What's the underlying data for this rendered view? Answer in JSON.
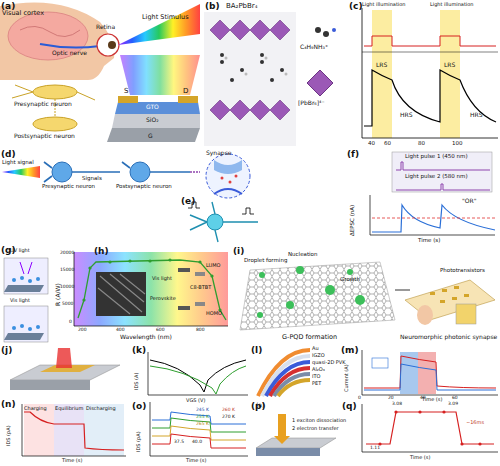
{
  "diagram": {
    "nodes": [
      {
        "text": [
          "(a)"
        ]
      },
      {
        "text": [
          "(b)"
        ]
      },
      {
        "text": [
          "(c)"
        ]
      },
      {
        "text": [
          "(d)"
        ]
      },
      {
        "text": [
          "(e)"
        ]
      },
      {
        "text": [
          "(f)"
        ]
      },
      {
        "text": [
          "(g)"
        ]
      },
      {
        "text": [
          "(h)"
        ]
      },
      {
        "text": [
          "(i)"
        ]
      },
      {
        "text": [
          "(j)"
        ]
      },
      {
        "text": [
          "(k)"
        ]
      },
      {
        "text": [
          "(l)"
        ]
      },
      {
        "text": [
          "(m)"
        ]
      },
      {
        "text": [
          "(n)"
        ]
      },
      {
        "text": [
          "(o)"
        ]
      },
      {
        "text": [
          "(p)"
        ]
      },
      {
        "text": [
          "(q)"
        ]
      }
    ],
    "labels": [
      "Visual cortex",
      "Optic nerve",
      "Retina",
      "Light Stimulus",
      "Presynaptic neuron",
      "Postsynaptic neuron",
      "S",
      "D",
      "GTO",
      "SiO₂",
      "G",
      "BA₂PbBr₄",
      "C₄H₉NH₃⁺",
      "[PbBr₆]⁴⁻",
      "Light illumination",
      "Light illumination",
      "LRS",
      "HRS",
      "LRS",
      "HRS",
      "40",
      "60",
      "80",
      "100",
      "Light signal",
      "Presynaptic neuron",
      "Postsynaptic neuron",
      "Signals",
      "Synapse",
      "Light pulse 1 (450 nm)",
      "Light pulse 2 (580 nm)",
      "ΔEPSC (nA)",
      "\"OR\"",
      "Time (s)",
      "UV light",
      "Vis light",
      "R (A/W)",
      "Wavelength (nm)",
      "20000",
      "15000",
      "10000",
      "5000",
      "0",
      "200",
      "400",
      "600",
      "800",
      "LUMO",
      "HOMO",
      "Vis light",
      "C8-BTBT",
      "Perovskite",
      "Droplet forming",
      "Nucleation",
      "Growth",
      "G-PQD formation",
      "Phototransistors",
      "Neuromorphic photonic synapse",
      "IDS (A)",
      "VGS (V)",
      "Au",
      "IGZO",
      "quasi-2D PVK",
      "Al₂O₃",
      "ITO",
      "PET",
      "Current (A)",
      "Time (s)",
      "0",
      "20",
      "40",
      "60",
      "Charging",
      "Equilibrium",
      "Discharging",
      "IDS (pA)",
      "Time (s)",
      "245 K",
      "255 K",
      "265 K",
      "260 K",
      "270 K",
      "37.5",
      "40.0",
      "IDS (pA)",
      "Time (s)",
      "(a)",
      "1 exciton dissociation",
      "2 electron transfer",
      "1.11",
      "3.08",
      "3.09",
      "~16ms",
      "Time (s)"
    ]
  }
}
